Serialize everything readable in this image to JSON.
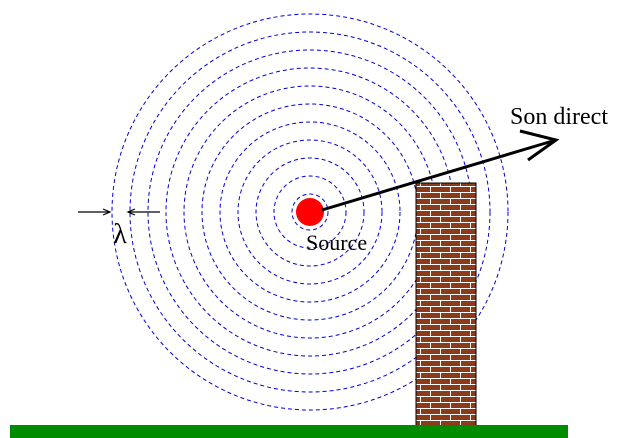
{
  "labels": {
    "direct_sound": "Son direct",
    "source": "Source",
    "wavelength_symbol": "λ"
  },
  "colors": {
    "wavefront": "#0000dd",
    "source": "#ff0000",
    "brick": "#8b3a1a",
    "mortar": "#ffffff",
    "ground": "#008c00",
    "arrow": "#000000"
  },
  "icons": {
    "source": "red-dot",
    "wall": "brick-wall",
    "ground": "green-bar"
  }
}
